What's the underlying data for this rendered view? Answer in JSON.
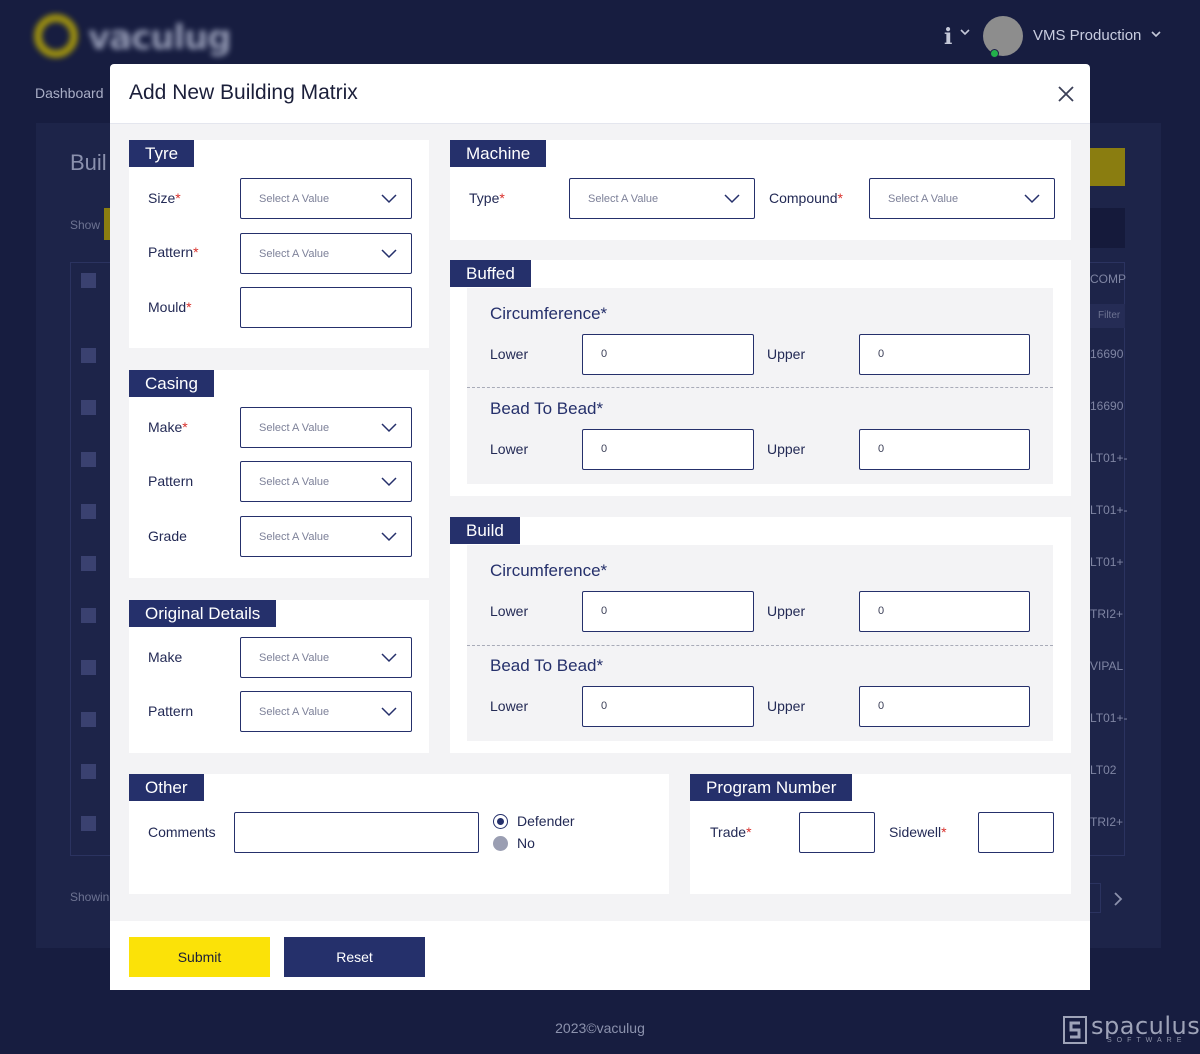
{
  "header": {
    "logo_text": "vaculug",
    "user_name": "VMS Production"
  },
  "background": {
    "breadcrumb": "Dashboard",
    "page_title": "Buil",
    "show_label": "Show",
    "column_header": "COMP",
    "filter_placeholder": "Filter",
    "rows": [
      "16690",
      "16690",
      "LT01+-",
      "LT01+-",
      "LT01+",
      "TRI2+",
      "VIPAL",
      "LT01+-",
      "LT02",
      "TRI2+"
    ],
    "showing_label": "Showin"
  },
  "modal": {
    "title": "Add New Building Matrix",
    "select_placeholder": "Select A Value",
    "tyre": {
      "title": "Tyre",
      "size_label": "Size",
      "pattern_label": "Pattern",
      "mould_label": "Mould",
      "mould_value": ""
    },
    "casing": {
      "title": "Casing",
      "make_label": "Make",
      "pattern_label": "Pattern",
      "grade_label": "Grade"
    },
    "original": {
      "title": "Original Details",
      "make_label": "Make",
      "pattern_label": "Pattern"
    },
    "machine": {
      "title": "Machine",
      "type_label": "Type",
      "compound_label": "Compound"
    },
    "buffed": {
      "title": "Buffed",
      "circ_title": "Circumference*",
      "bead_title": "Bead To Bead*",
      "lower_label": "Lower",
      "upper_label": "Upper",
      "circ_lower": "0",
      "circ_upper": "0",
      "bead_lower": "0",
      "bead_upper": "0"
    },
    "build": {
      "title": "Build",
      "circ_title": "Circumference*",
      "bead_title": "Bead To Bead*",
      "lower_label": "Lower",
      "upper_label": "Upper",
      "circ_lower": "0",
      "circ_upper": "0",
      "bead_lower": "0",
      "bead_upper": "0"
    },
    "other": {
      "title": "Other",
      "comments_label": "Comments",
      "comments_value": "",
      "radio_options": [
        "Defender",
        "No"
      ],
      "selected": "Defender"
    },
    "program": {
      "title": "Program Number",
      "trade_label": "Trade",
      "trade_value": "",
      "sidewell_label": "Sidewell",
      "sidewell_value": ""
    },
    "submit_label": "Submit",
    "reset_label": "Reset"
  },
  "footer": {
    "copyright": "2023©vaculug",
    "watermark": "spaculus",
    "watermark_sub": "SOFTWARE"
  },
  "colors": {
    "navy": "#25306b",
    "accent_yellow": "#fbe208",
    "required": "#d9302b",
    "background": "#171d40"
  }
}
